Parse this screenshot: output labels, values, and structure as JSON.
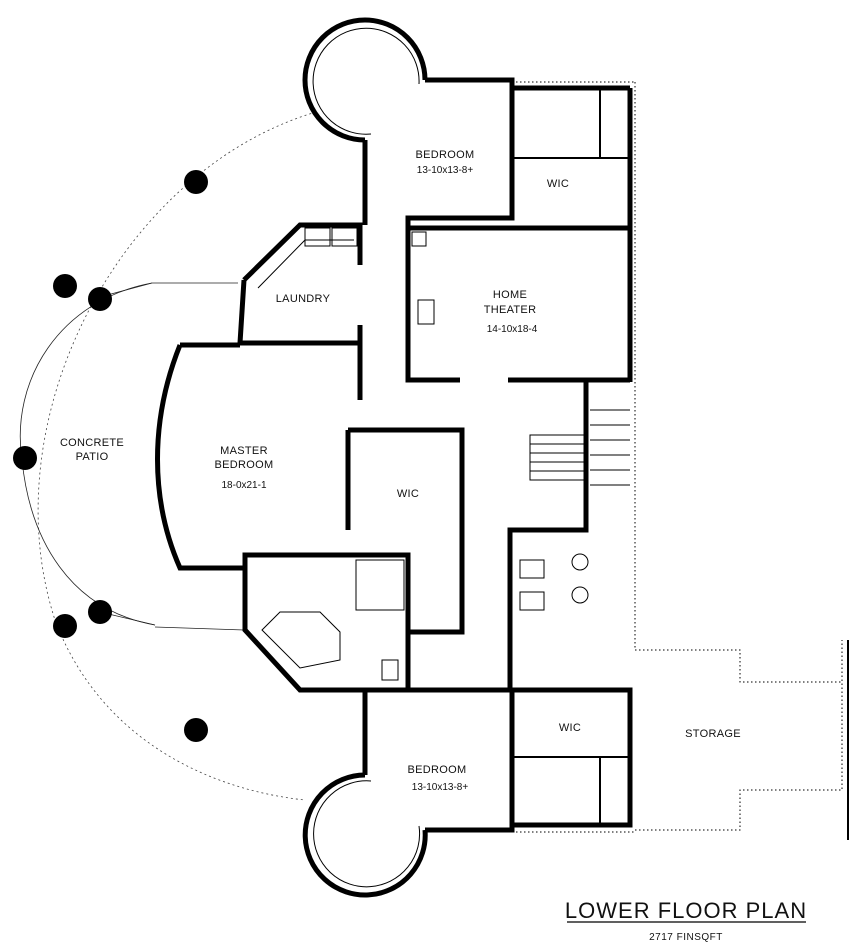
{
  "rooms": {
    "bedroom_top": {
      "name": "BEDROOM",
      "size": "13-10x13-8+"
    },
    "wic_top": {
      "name": "WIC"
    },
    "laundry": {
      "name": "LAUNDRY"
    },
    "home_theater": {
      "name_line1": "HOME",
      "name_line2": "THEATER",
      "size": "14-10x18-4"
    },
    "concrete_patio": {
      "name_line1": "CONCRETE",
      "name_line2": "PATIO"
    },
    "master_bedroom": {
      "name_line1": "MASTER",
      "name_line2": "BEDROOM",
      "size": "18-0x21-1"
    },
    "wic_master": {
      "name": "WIC"
    },
    "wic_bottom": {
      "name": "WIC"
    },
    "storage": {
      "name": "STORAGE"
    },
    "bedroom_bottom": {
      "name": "BEDROOM",
      "size": "13-10x13-8+"
    }
  },
  "footer": {
    "title": "LOWER FLOOR PLAN",
    "area": "2717 FINSQFT"
  },
  "colors": {
    "ink": "#000000",
    "paper": "#ffffff"
  }
}
